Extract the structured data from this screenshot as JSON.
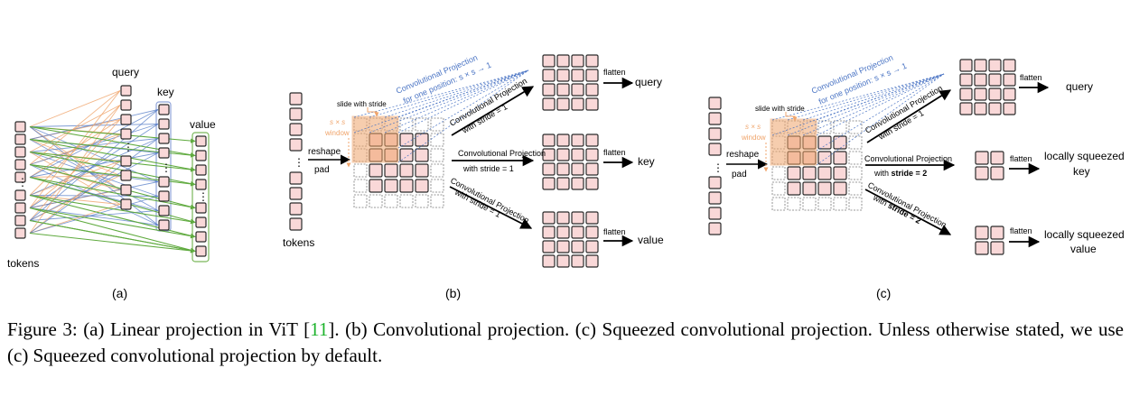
{
  "panel_a": {
    "query": "query",
    "key": "key",
    "value": "value",
    "tokens": "tokens",
    "ellipsis": "⋮",
    "label": "(a)"
  },
  "panel_b": {
    "tokens": "tokens",
    "reshape": "reshape",
    "pad": "pad",
    "slide": "slide with stride",
    "window_1": "s × s",
    "window_2": "window",
    "proj_one_1": "Convolutional Projection",
    "proj_one_2": "for one position: s × s → 1",
    "conv_proj": "Convolutional Projection",
    "stride1": "with stride = 1",
    "flatten": "flatten",
    "query": "query",
    "key": "key",
    "value": "value",
    "ellipsis": "⋮",
    "label": "(b)"
  },
  "panel_c": {
    "reshape": "reshape",
    "pad": "pad",
    "slide": "slide with stride",
    "window_1": "s × s",
    "window_2": "window",
    "proj_one_1": "Convolutional Projection",
    "proj_one_2": "for one position: s × s → 1",
    "conv_proj": "Convolutional Projection",
    "stride1": "with stride = 1",
    "with": "with ",
    "stride2": "stride = 2",
    "flatten": "flatten",
    "query": "query",
    "key_1": "locally squeezed",
    "key_2": "key",
    "value_1": "locally squeezed",
    "value_2": "value",
    "ellipsis": "⋮",
    "label": "(c)"
  },
  "caption": {
    "part1": "Figure 3: (a) Linear projection in ViT [",
    "ref": "11",
    "part2": "].  (b) Convolutional projection.  (c) Squeezed convolutional projection.  Unless otherwise stated, we use (c) Squeezed convolutional projection by default."
  },
  "colors": {
    "token_fill": "#f9d8d8",
    "token_stroke": "#2b2b2b",
    "orange": "#f0a56c",
    "blue": "#4a74c4",
    "green": "#5faa3e",
    "group_stroke": "#8fa3d8",
    "value_group": "#7ab85a",
    "ref": "#1db32c"
  }
}
